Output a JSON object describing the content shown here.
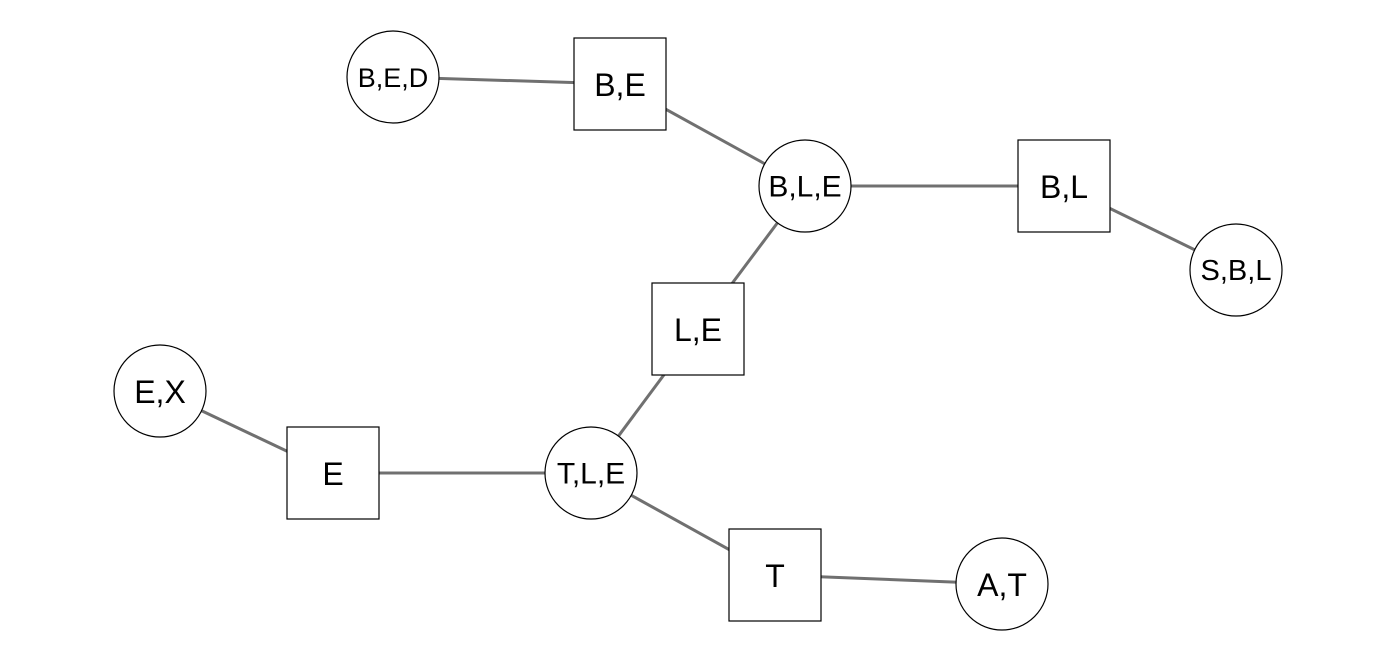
{
  "diagram": {
    "type": "junction-tree",
    "nodes": [
      {
        "id": "bed",
        "label": "B,E,D",
        "shape": "circle"
      },
      {
        "id": "be",
        "label": "B,E",
        "shape": "square"
      },
      {
        "id": "ble",
        "label": "B,L,E",
        "shape": "circle"
      },
      {
        "id": "bl",
        "label": "B,L",
        "shape": "square"
      },
      {
        "id": "sbl",
        "label": "S,B,L",
        "shape": "circle"
      },
      {
        "id": "le",
        "label": "L,E",
        "shape": "square"
      },
      {
        "id": "ex",
        "label": "E,X",
        "shape": "circle"
      },
      {
        "id": "e",
        "label": "E",
        "shape": "square"
      },
      {
        "id": "tle",
        "label": "T,L,E",
        "shape": "circle"
      },
      {
        "id": "t",
        "label": "T",
        "shape": "square"
      },
      {
        "id": "at",
        "label": "A,T",
        "shape": "circle"
      }
    ],
    "edges": [
      [
        "bed",
        "be"
      ],
      [
        "be",
        "ble"
      ],
      [
        "ble",
        "bl"
      ],
      [
        "bl",
        "sbl"
      ],
      [
        "ble",
        "le"
      ],
      [
        "le",
        "tle"
      ],
      [
        "ex",
        "e"
      ],
      [
        "e",
        "tle"
      ],
      [
        "tle",
        "t"
      ],
      [
        "t",
        "at"
      ]
    ],
    "colors": {
      "edge": "#707070",
      "node_stroke": "#000000",
      "node_fill": "#ffffff",
      "text": "#000000"
    }
  }
}
